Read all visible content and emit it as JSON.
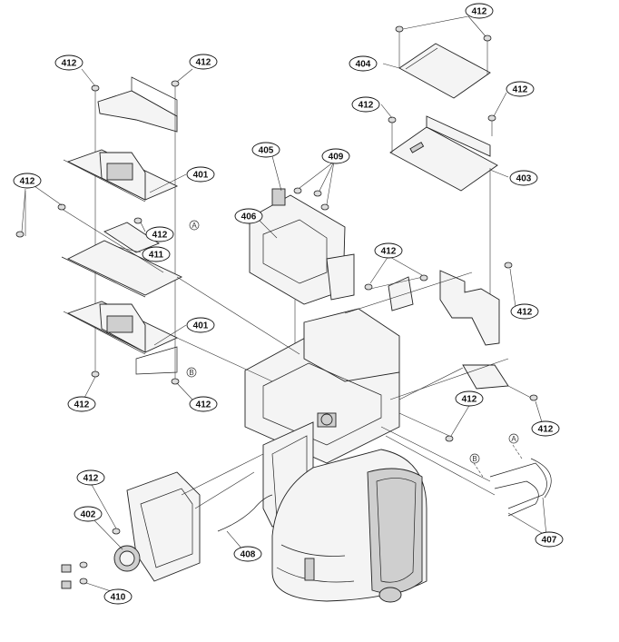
{
  "callouts": {
    "c412_top_right": "412",
    "c404": "404",
    "c412_rb_left": "412",
    "c412_rb_right": "412",
    "c403": "403",
    "c412_left_a": "412",
    "c412_left_b": "412",
    "c401_upper": "401",
    "c412_left_side": "412",
    "c412_mid": "412",
    "c411": "411",
    "c405": "405",
    "c409": "409",
    "c406": "406",
    "c412_center": "412",
    "c412_right_mid": "412",
    "c401_lower": "401",
    "c412_lower_left": "412",
    "c412_lower_mid": "412",
    "c412_right_lower_a": "412",
    "c412_right_lower_b": "412",
    "c412_bottom_left": "412",
    "c402": "402",
    "c408": "408",
    "c410": "410",
    "c407": "407"
  },
  "markers": {
    "a_upper": "A",
    "b_lower": "B",
    "a_right": "A",
    "b_right": "B"
  }
}
